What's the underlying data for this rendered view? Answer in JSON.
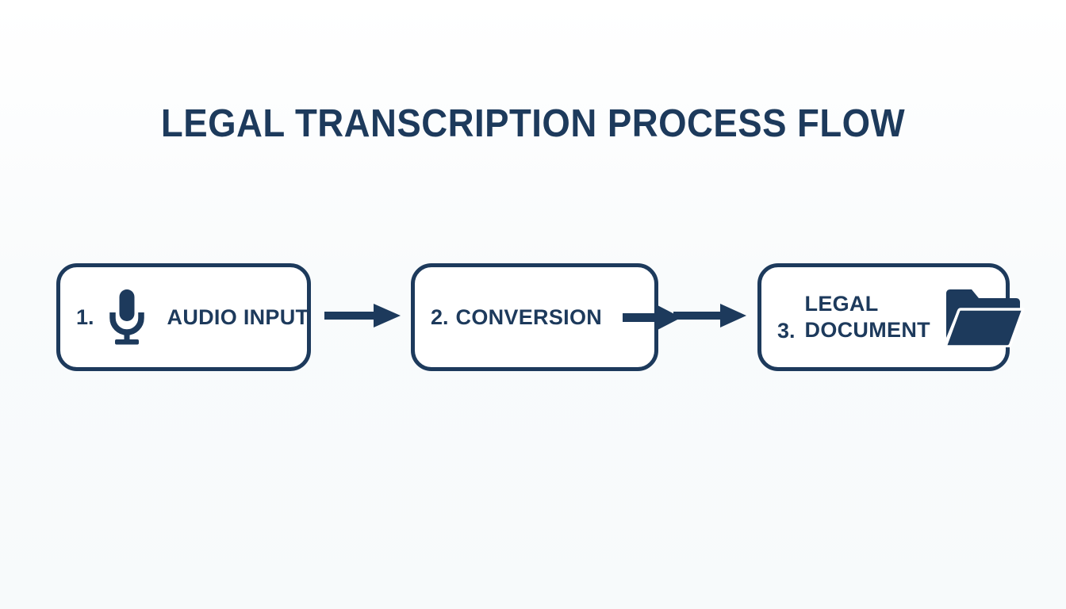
{
  "diagram": {
    "title": "LEGAL TRANSCRIPTION PROCESS FLOW",
    "accent_color": "#1d3a5c",
    "background_color": "#f9fbfc",
    "box_fill_color": "#ffffff",
    "type": "horizontal-process-flow",
    "steps": [
      {
        "number": "1.",
        "label": "AUDIO INPUT",
        "icon": "microphone-icon",
        "icon_position": "between-number-and-label"
      },
      {
        "number": "2.",
        "label": "CONVERSION",
        "icon": "arrow-right-icon",
        "icon_position": "after-label"
      },
      {
        "number": "3.",
        "label_line_1": "LEGAL",
        "label_line_2": "DOCUMENT",
        "icon": "folder-open-icon",
        "icon_position": "after-label"
      }
    ],
    "connectors": [
      {
        "name": "arrow-step1-to-step2",
        "icon": "arrow-right-icon"
      },
      {
        "name": "arrow-step2-to-step3",
        "icon": "arrow-right-icon"
      }
    ]
  }
}
